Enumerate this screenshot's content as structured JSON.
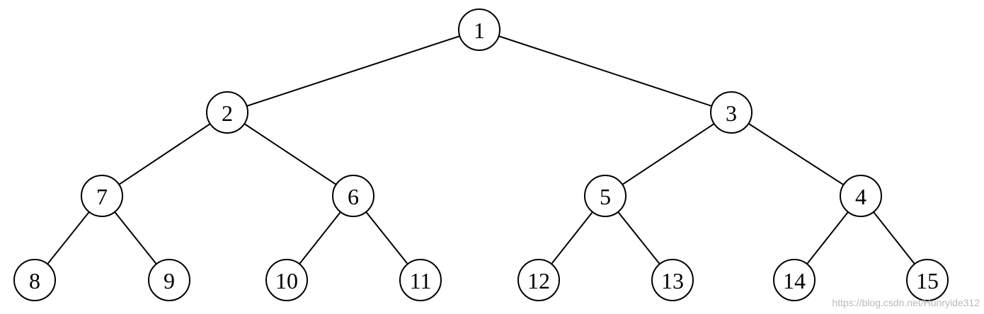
{
  "tree": {
    "nodes": [
      {
        "id": "n1",
        "label": "1"
      },
      {
        "id": "n2",
        "label": "2"
      },
      {
        "id": "n3",
        "label": "3"
      },
      {
        "id": "n7",
        "label": "7"
      },
      {
        "id": "n6",
        "label": "6"
      },
      {
        "id": "n5",
        "label": "5"
      },
      {
        "id": "n4",
        "label": "4"
      },
      {
        "id": "n8",
        "label": "8"
      },
      {
        "id": "n9",
        "label": "9"
      },
      {
        "id": "n10",
        "label": "10"
      },
      {
        "id": "n11",
        "label": "11"
      },
      {
        "id": "n12",
        "label": "12"
      },
      {
        "id": "n13",
        "label": "13"
      },
      {
        "id": "n14",
        "label": "14"
      },
      {
        "id": "n15",
        "label": "15"
      }
    ],
    "edges": [
      [
        "n1",
        "n2"
      ],
      [
        "n1",
        "n3"
      ],
      [
        "n2",
        "n7"
      ],
      [
        "n2",
        "n6"
      ],
      [
        "n3",
        "n5"
      ],
      [
        "n3",
        "n4"
      ],
      [
        "n7",
        "n8"
      ],
      [
        "n7",
        "n9"
      ],
      [
        "n6",
        "n10"
      ],
      [
        "n6",
        "n11"
      ],
      [
        "n5",
        "n12"
      ],
      [
        "n5",
        "n13"
      ],
      [
        "n4",
        "n14"
      ],
      [
        "n4",
        "n15"
      ]
    ]
  },
  "watermark": {
    "text": "https://blog.csdn.net/Hunryide312"
  },
  "colors": {
    "stroke": "#000000",
    "background": "#ffffff",
    "watermark": "#b9b9b9"
  }
}
